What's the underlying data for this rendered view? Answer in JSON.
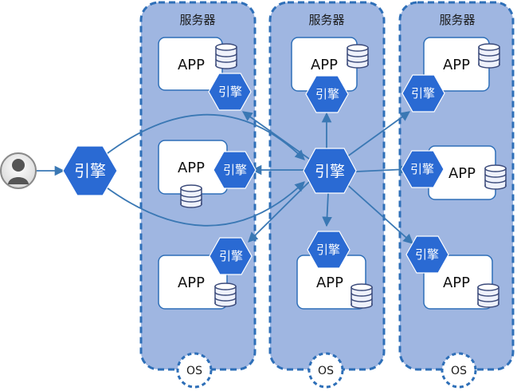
{
  "servers": [
    {
      "title": "服务器",
      "os_label": "OS"
    },
    {
      "title": "服务器",
      "os_label": "OS"
    },
    {
      "title": "服务器",
      "os_label": "OS"
    }
  ],
  "app_label": "APP",
  "engine_label": "引擎",
  "user_icon": "user-avatar-icon",
  "database_icon": "database-cylinder-icon",
  "colors": {
    "server_fill": "#9fb6e1",
    "server_border": "#2e6fb8",
    "engine_fill": "#2a6ad3",
    "arrow": "#3a78b4"
  }
}
